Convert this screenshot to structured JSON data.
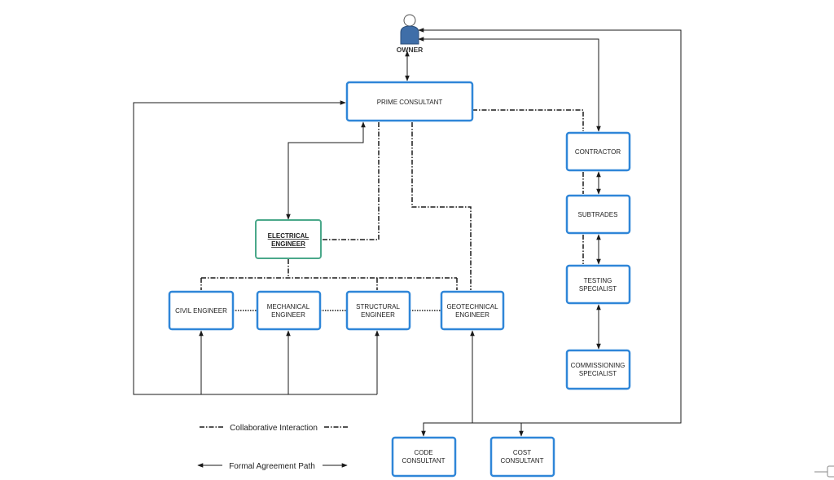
{
  "colors": {
    "node_border": "#2f86d8",
    "highlight_border": "#4aa88a",
    "line": "#1a1a1a",
    "owner_fill": "#3f6ea8"
  },
  "owner": {
    "label": "OWNER"
  },
  "nodes": {
    "prime": {
      "lines": [
        "PRIME CONSULTANT"
      ]
    },
    "electrical": {
      "lines": [
        "ELECTRICAL",
        "ENGINEER"
      ]
    },
    "civil": {
      "lines": [
        "CIVIL ENGINEER"
      ]
    },
    "mechanical": {
      "lines": [
        "MECHANICAL",
        "ENGINEER"
      ]
    },
    "structural": {
      "lines": [
        "STRUCTURAL",
        "ENGINEER"
      ]
    },
    "geotechnical": {
      "lines": [
        "GEOTECHNICAL",
        "ENGINEER"
      ]
    },
    "contractor": {
      "lines": [
        "CONTRACTOR"
      ]
    },
    "subtrades": {
      "lines": [
        "SUBTRADES"
      ]
    },
    "testing": {
      "lines": [
        "TESTING",
        "SPECIALIST"
      ]
    },
    "commissioning": {
      "lines": [
        "COMMISSIONING",
        "SPECIALIST"
      ]
    },
    "code": {
      "lines": [
        "CODE",
        "CONSULTANT"
      ]
    },
    "cost": {
      "lines": [
        "COST",
        "CONSULTANT"
      ]
    }
  },
  "legend": {
    "collaborative": "Collaborative Interaction",
    "formal": "Formal Agreement Path"
  }
}
